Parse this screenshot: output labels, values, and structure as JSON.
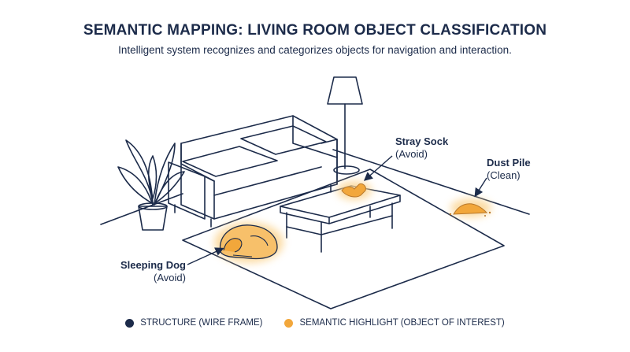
{
  "header": {
    "title": "SEMANTIC MAPPING: LIVING ROOM OBJECT CLASSIFICATION",
    "subtitle": "Intelligent system recognizes and categorizes objects for navigation and interaction."
  },
  "objects": {
    "sock": {
      "name": "Stray Sock",
      "action": "(Avoid)"
    },
    "dust": {
      "name": "Dust Pile",
      "action": "(Clean)"
    },
    "dog": {
      "name": "Sleeping Dog",
      "action": "(Avoid)"
    }
  },
  "legend": {
    "structure": {
      "label": "STRUCTURE (WIRE FRAME)",
      "color": "#1c2b4a"
    },
    "semantic": {
      "label": "SEMANTIC HIGHLIGHT (OBJECT OF INTEREST)",
      "color": "#f2a73b"
    }
  },
  "colors": {
    "line": "#1c2b4a",
    "highlight": "#f2a73b",
    "glow": "#fbd38d"
  }
}
